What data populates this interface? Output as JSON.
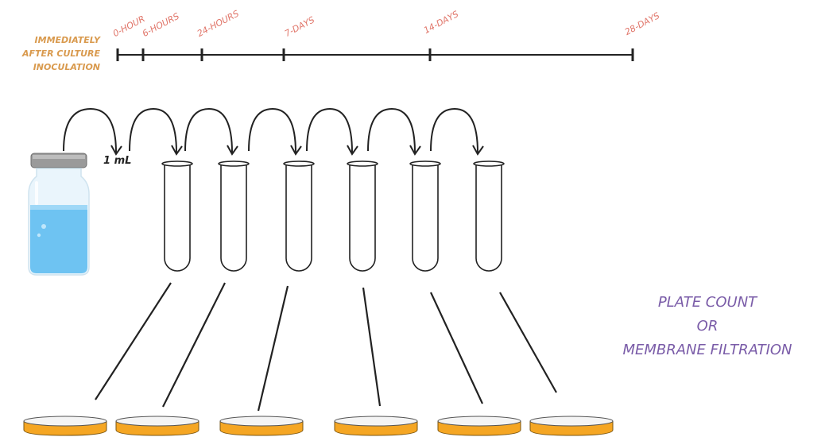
{
  "timeline": {
    "start_label_lines": [
      "IMMEDIATELY",
      "AFTER CULTURE",
      "INOCULATION"
    ],
    "ticks": [
      "0-HOUR",
      "6-HOURS",
      "24-HOURS",
      "7-DAYS",
      "14-DAYS",
      "28-DAYS"
    ]
  },
  "transfer_volume": "1 mL",
  "method_lines": [
    "PLATE COUNT",
    "OR",
    "MEMBRANE FILTRATION"
  ],
  "colors": {
    "start_label": "#d99a4e",
    "tick_labels": "#e07468",
    "method_text": "#7a5ca8",
    "agar": "#f5a623",
    "vial_liquid": "#6ec3f2",
    "vial_cap": "#9a9a9a"
  }
}
